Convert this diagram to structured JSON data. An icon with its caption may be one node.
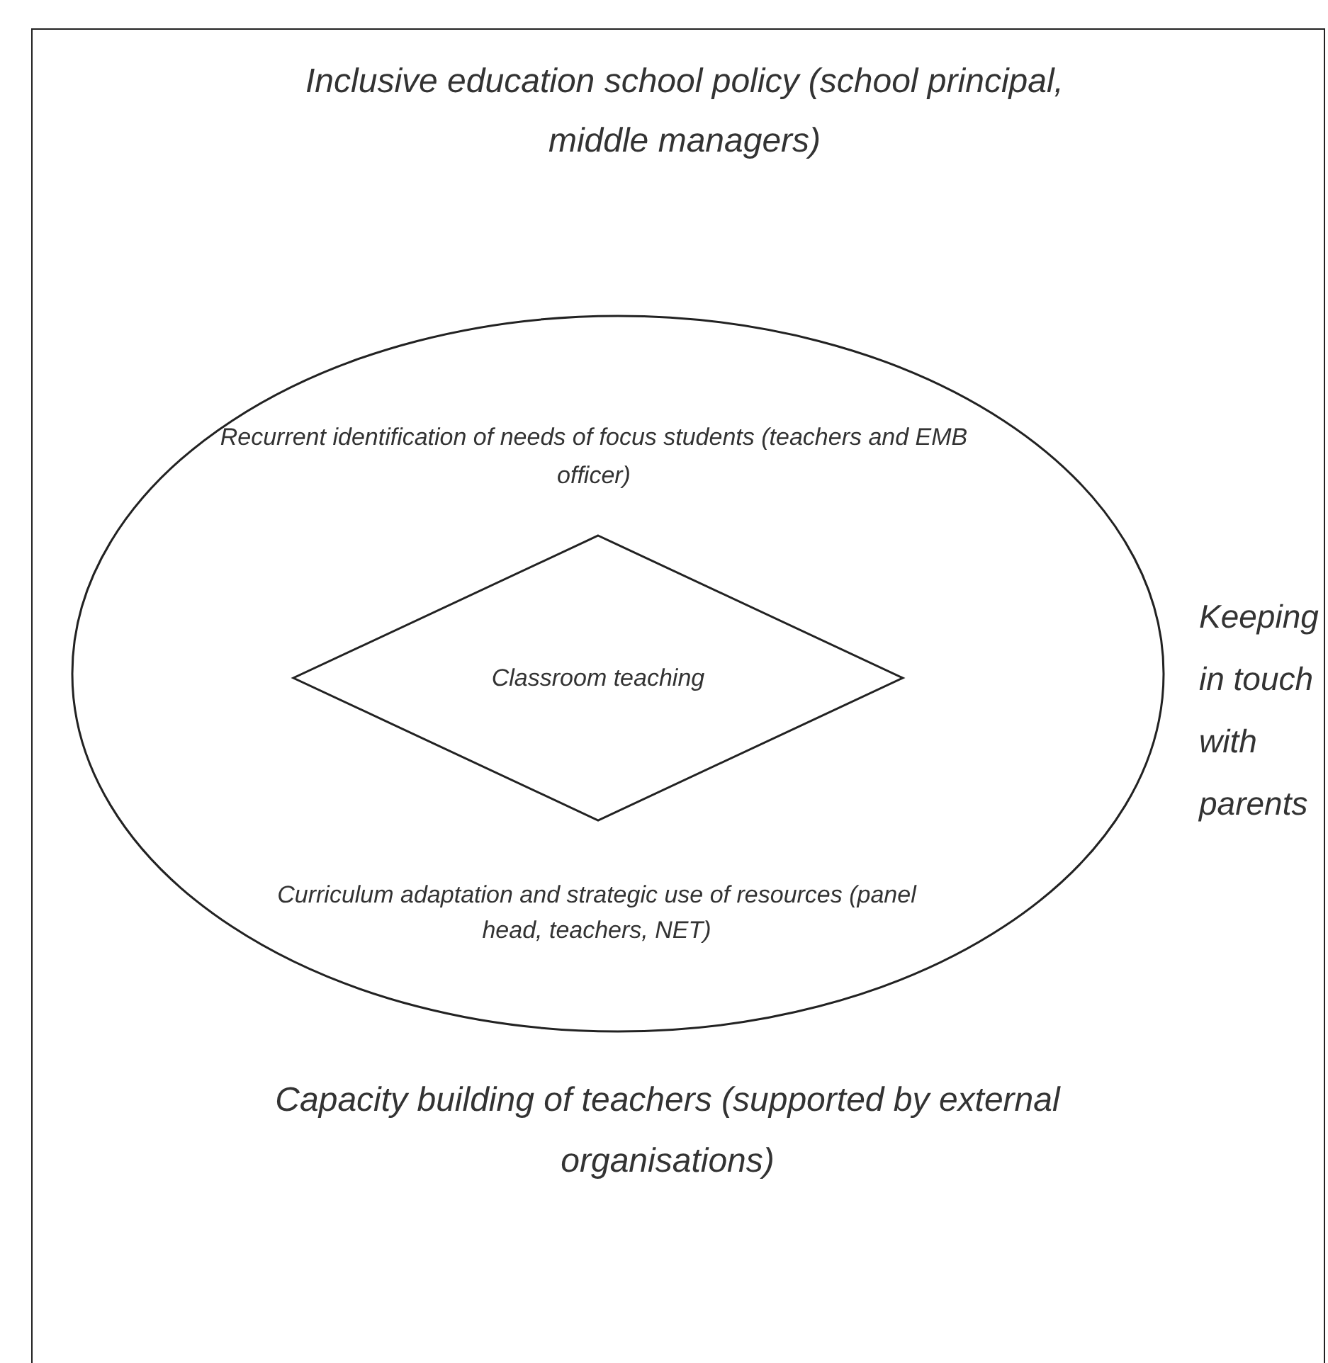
{
  "diagram": {
    "nodes": [
      {
        "text": [
          "Inclusive education school policy (school principal, middle managers)",
          "Keeping in touch with parents",
          "Capacity building of teachers (supported by external organisations)"
        ]
      },
      {
        "text": [
          "Recurrent identification of needs of focus students (teachers and EMB officer)",
          "Curriculum adaptation and strategic use of resources (panel head, teachers, NET)"
        ],
        "in": 0
      },
      {
        "text": [
          "Classroom teaching"
        ],
        "in": 1
      }
    ]
  }
}
